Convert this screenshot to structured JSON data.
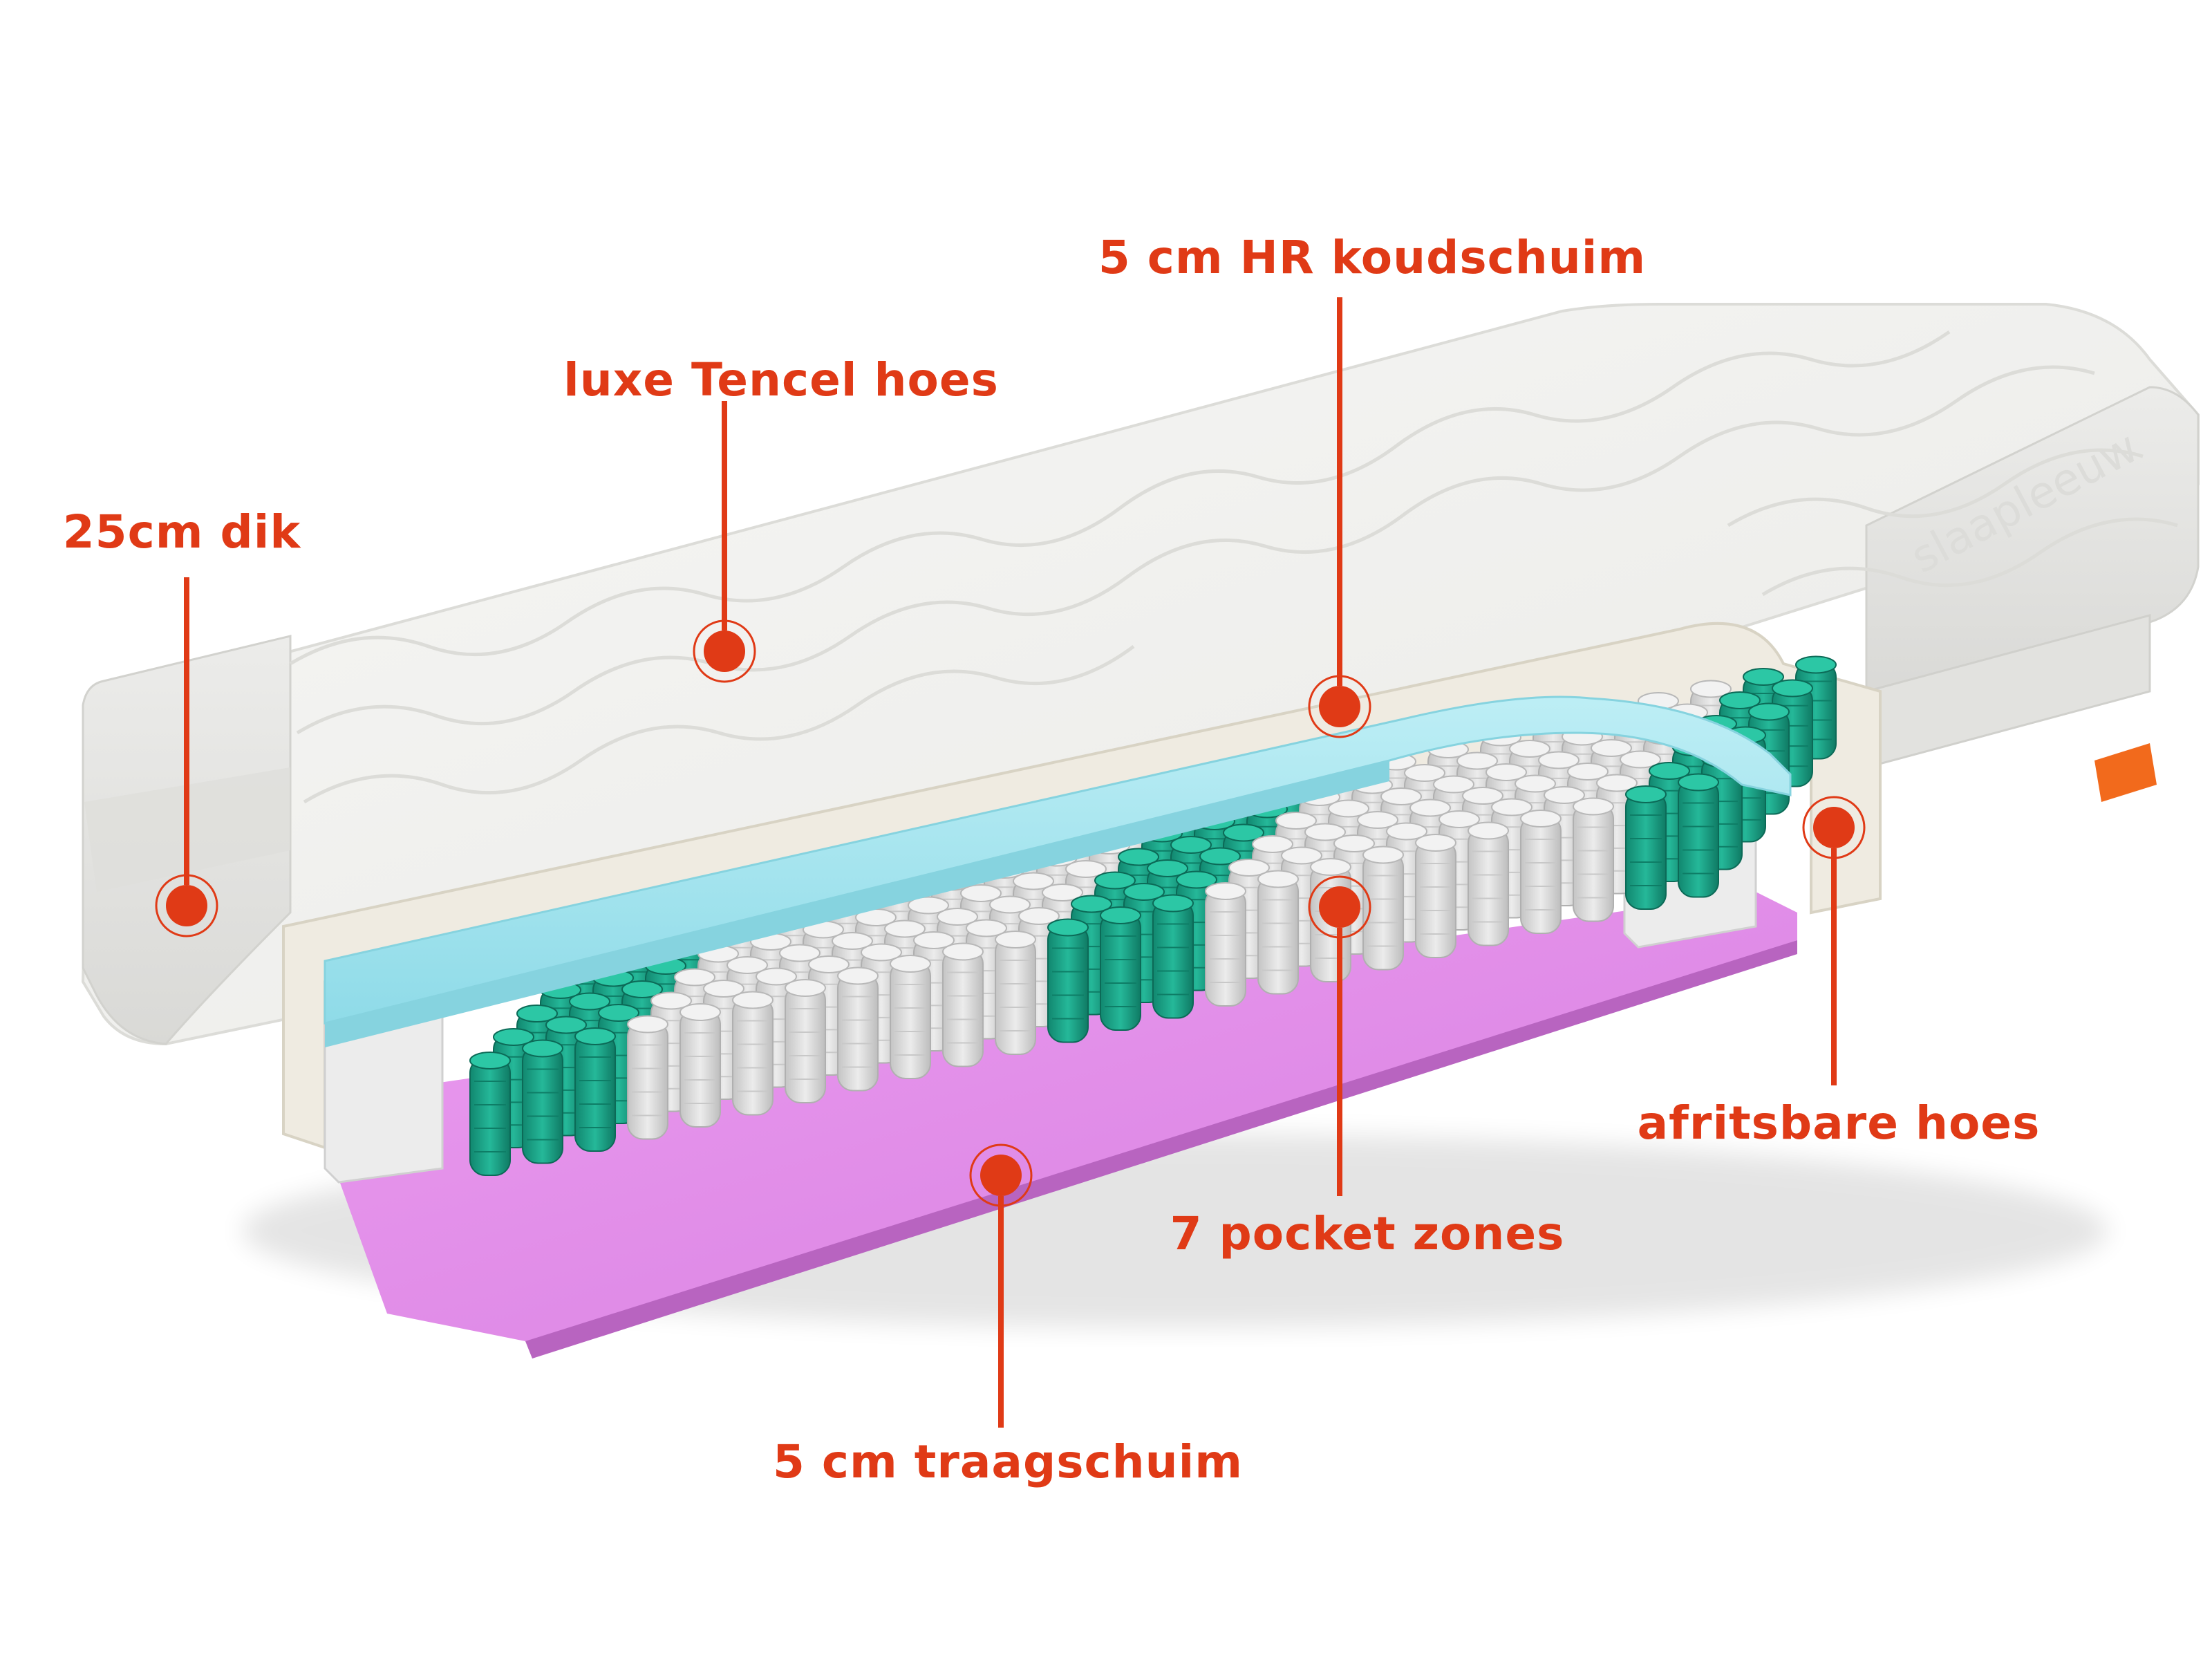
{
  "accent_color": "#e03a16",
  "brand_watermark": "slaapleeuw",
  "callouts": [
    {
      "id": "thickness",
      "label": "25cm dik"
    },
    {
      "id": "tencel",
      "label": "luxe Tencel hoes"
    },
    {
      "id": "hr-foam",
      "label": "5 cm HR koudschuim"
    },
    {
      "id": "zipper",
      "label": "afritsbare hoes"
    },
    {
      "id": "zones",
      "label": "7 pocket zones"
    },
    {
      "id": "memory-foam",
      "label": "5 cm traagschuim"
    }
  ],
  "layers": {
    "cover_color": "#f4f3f0",
    "hr_foam_color": "#a9e6ef",
    "memory_foam_color": "#e38ee9",
    "spring_grey": "#d6d6d6",
    "spring_green": "#1ea58a"
  }
}
